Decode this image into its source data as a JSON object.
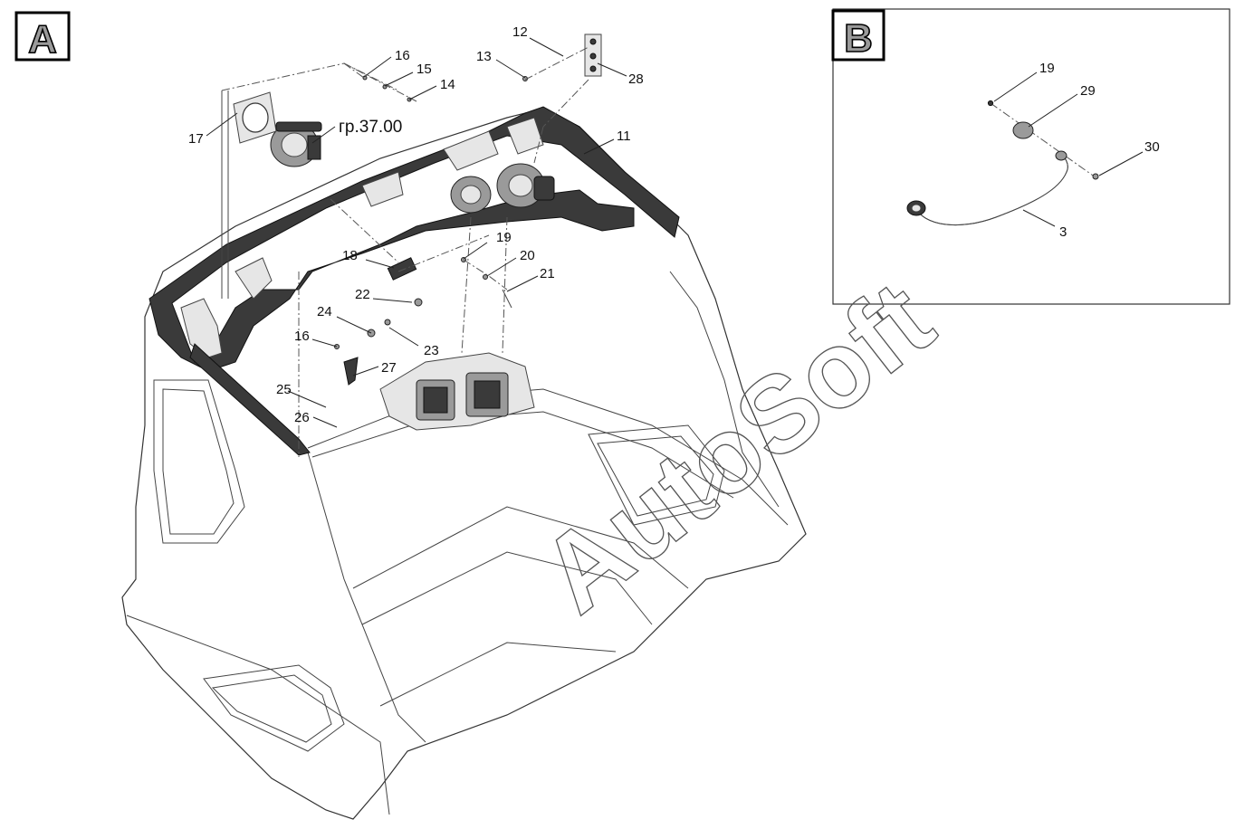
{
  "views": [
    {
      "id": "A",
      "label": "A"
    },
    {
      "id": "B",
      "label": "B"
    }
  ],
  "reference_label": "гр.37.00",
  "watermark": "AutoSoft",
  "callouts": {
    "c11": "11",
    "c12": "12",
    "c13": "13",
    "c14": "14",
    "c15": "15",
    "c16a": "16",
    "c16b": "16",
    "c17": "17",
    "c18": "18",
    "c19a": "19",
    "c20": "20",
    "c21": "21",
    "c22": "22",
    "c23": "23",
    "c24": "24",
    "c25": "25",
    "c26": "26",
    "c27": "27",
    "c28": "28",
    "c19b": "19",
    "c29": "29",
    "c30": "30",
    "c3": "3"
  }
}
